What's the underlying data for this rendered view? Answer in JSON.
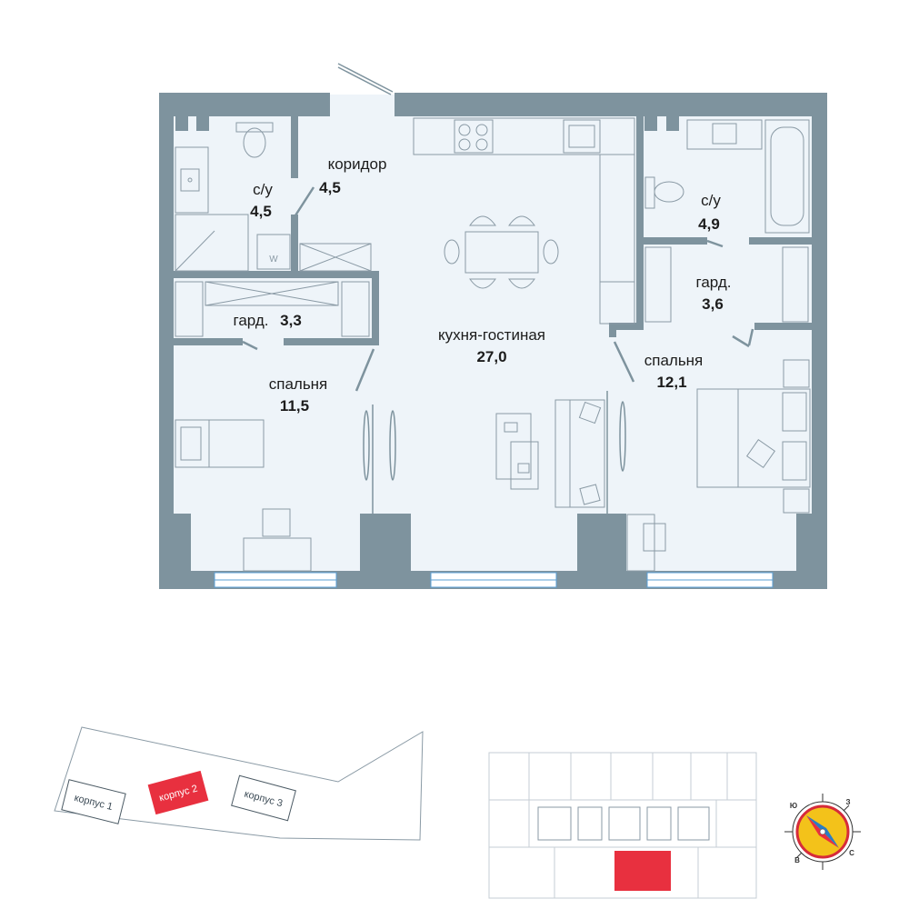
{
  "colors": {
    "wall": "#7e939e",
    "floor": "#eef4f9",
    "line": "#8a9aa5",
    "window": "#5a9fd6",
    "accent": "#e8303f",
    "compass_yellow": "#f3c21a",
    "compass_blue": "#2a7dc4"
  },
  "rooms": [
    {
      "id": "bath-1",
      "name": "с/у",
      "area": "4,5"
    },
    {
      "id": "corridor",
      "name": "коридор",
      "area": "4,5"
    },
    {
      "id": "bath-2",
      "name": "с/у",
      "area": "4,9"
    },
    {
      "id": "wardrobe-2",
      "name": "гард.",
      "area": "3,6"
    },
    {
      "id": "wardrobe-1",
      "name": "гард.",
      "area": "3,3"
    },
    {
      "id": "kitchen-living",
      "name": "кухня-гостиная",
      "area": "27,0"
    },
    {
      "id": "bedroom-2",
      "name": "спальня",
      "area": "12,1"
    },
    {
      "id": "bedroom-1",
      "name": "спальня",
      "area": "11,5"
    }
  ],
  "fixtures": {
    "washer_label": "W"
  },
  "site_plan": {
    "buildings": [
      "корпус 1",
      "корпус 2",
      "корпус 3"
    ],
    "active_building": "корпус 2"
  },
  "compass": {
    "letters": [
      "Ю",
      "З",
      "В",
      "С"
    ]
  }
}
